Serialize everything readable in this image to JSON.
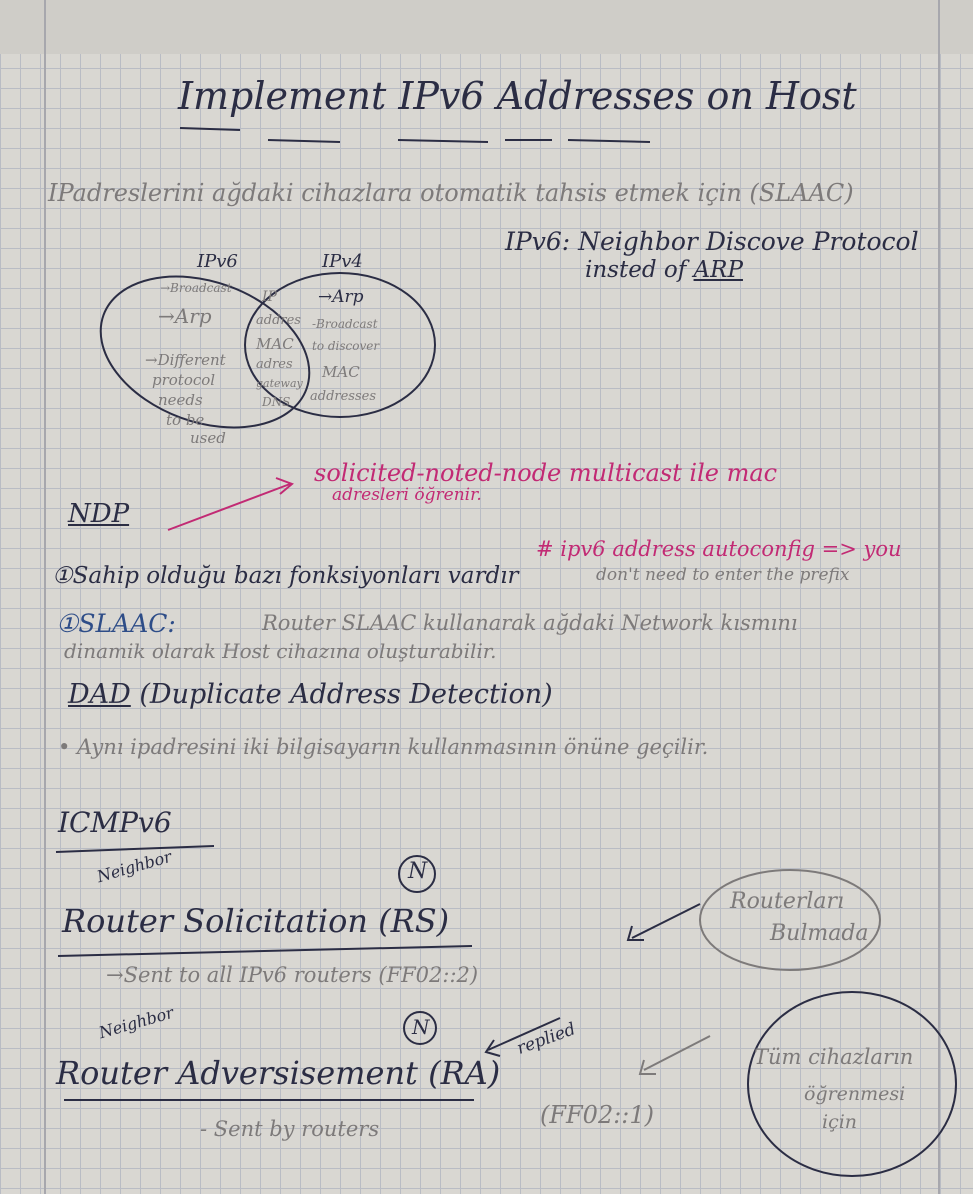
{
  "title": "Implement IPv6 Addresses on Host",
  "intro": "IPadreslerini ağdaki cihazlara otomatik tahsis etmek için (SLAAC)",
  "ndp_note": {
    "prefix": "IPv6:",
    "text": "Neighbor Discove Protocol",
    "line2": "insted of",
    "arp": "ARP"
  },
  "venn": {
    "left_title": "IPv6",
    "left_items": [
      "→Broadcast",
      "→Arp",
      "→Different",
      "protocol",
      "needs",
      "to be",
      "used"
    ],
    "middle_items": [
      "IP",
      "addres",
      "MAC",
      "adres",
      "gateway",
      "DNS"
    ],
    "right_title": "IPv4",
    "right_items": [
      "→Arp",
      "-Broadcast",
      "to discover",
      "MAC",
      "addresses"
    ]
  },
  "solicited_note": {
    "line1": "solicited-noted-node multicast ile mac",
    "line2": "adresleri öğrenir."
  },
  "ndp_heading": "NDP",
  "point1": "①Sahip olduğu bazı fonksiyonları vardır",
  "autoconfig": {
    "line1": "# ipv6 address autoconfig => you",
    "line2": "don't need to enter the prefix"
  },
  "slaac": {
    "label": "①SLAAC:",
    "line1": "Router SLAAC kullanarak ağdaki Network kısmını",
    "line2": "dinamik olarak Host cihazına oluşturabilir."
  },
  "dad": {
    "heading": "DAD",
    "rest": "(Duplicate Address Detection)",
    "bullet": "• Aynı ipadresini iki bilgisayarın kullanmasının önüne geçilir."
  },
  "icmp": {
    "heading": "ICMPv6",
    "rs_above": "Neighbor",
    "rs_circle": "N",
    "rs": "Router Solicitation (RS)",
    "rs_note": "→Sent to all IPv6 routers (FF02::2)",
    "ra_above": "Neighbor",
    "ra_circle": "N",
    "ra": "Router Adversisement (RA)",
    "replied": "replied",
    "ra_note": "- Sent by routers",
    "ff02_1": "(FF02::1)"
  },
  "bubbles": {
    "router_line1": "Routerları",
    "router_line2": "Bulmada",
    "all_line1": "Tüm cihazların",
    "all_line2": "öğrenmesi",
    "all_line3": "için"
  },
  "colors": {
    "pen": "#2b2d44",
    "pencil": "#7d7a7a",
    "pink": "#c22a74",
    "blue": "#2e4d88"
  }
}
